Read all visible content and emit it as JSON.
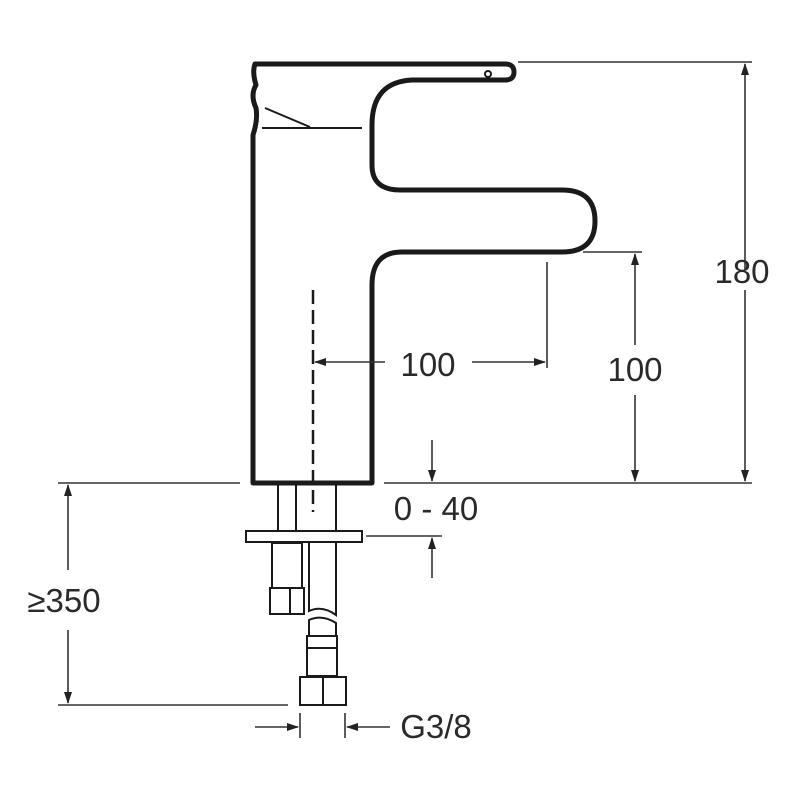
{
  "dimensions": {
    "total_height": "180",
    "spout_height": "100",
    "spout_reach": "100",
    "deck_thickness": "0 - 40",
    "pipe_length": "≥350",
    "connection": "G3/8"
  },
  "colors": {
    "line": "#1a1a1a",
    "dim": "#333333"
  }
}
